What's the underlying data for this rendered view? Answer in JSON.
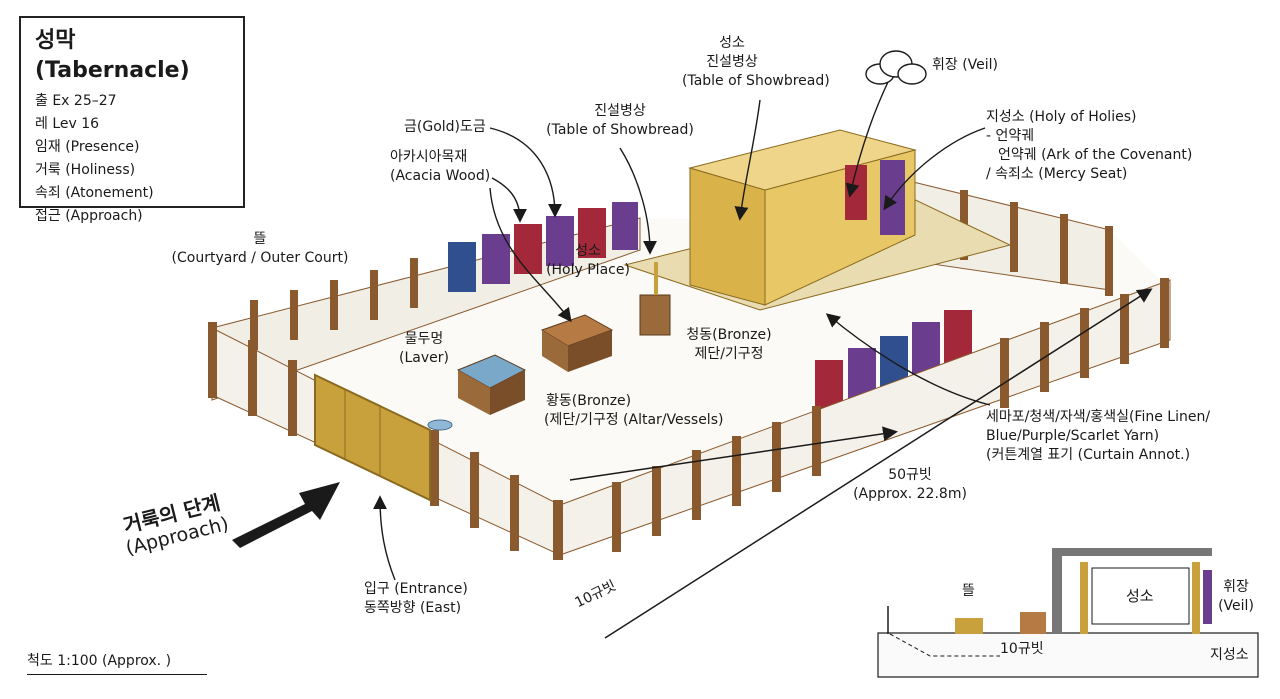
{
  "title": "성막 (Tabernacle)",
  "references": [
    "출 Ex 25–27",
    "레 Lev 16",
    "임재 (Presence)",
    "거룩 (Holiness)",
    "속죄 (Atonement)",
    "접근 (Approach)"
  ],
  "labels": {
    "sanctuary_top_line1": "성소",
    "sanctuary_top_line2": "진설병상",
    "sanctuary_top_line3": "(Table of Showbread)",
    "veil": "휘장 (Veil)",
    "holy_of_holies_line1": "지성소 (Holy of Holies)",
    "holy_of_holies_line2": "- 언약궤",
    "holy_of_holies_line3": "언약궤 (Ark of the Covenant)",
    "holy_of_holies_line4": "/ 속죄소 (Mercy Seat)",
    "gold_overlay": "금(Gold)도금",
    "acacia_line1": "아카시아목재",
    "acacia_line2": "(Acacia Wood)",
    "showbread_line1": "진설병상",
    "showbread_line2": "(Table of Showbread)",
    "courtyard_line1": "뜰",
    "courtyard_line2": "(Courtyard / Outer Court)",
    "holy_place_line1": "성소",
    "holy_place_line2": "(Holy Place)",
    "laver_line1": "물두멍",
    "laver_line2": "(Laver)",
    "bronze_right_line1": "청동(Bronze)",
    "bronze_right_line2": "제단/기구정",
    "bronze_left_line1": "황동(Bronze)",
    "bronze_left_line2": "(제단/기구정 (Altar/Vessels)",
    "linen_line1": "세마포/청색/자색/홍색실(Fine Linen/",
    "linen_line2": "Blue/Purple/Scarlet Yarn)",
    "linen_line3": "(커튼계열 표기 (Curtain Annot.)",
    "length_line1": "50규빗",
    "length_line2": "(Approx. 22.8m)",
    "approach_line1": "거룩의 단계",
    "approach_line2": "(Approach)",
    "entrance_line1": "입구 (Entrance)",
    "entrance_line2": "동쪽방향 (East)",
    "width": "10규빗",
    "scale": "척도 1:100 (Approx.      )",
    "inset_courtyard": "뜰",
    "inset_sanctuary": "성소",
    "inset_veil_line1": "휘장",
    "inset_veil_line2": "(Veil)",
    "inset_cubits": "10규빗",
    "inset_holy_of_holies": "지성소"
  },
  "colors": {
    "wood": "#8a5a2e",
    "gold": "#d9b24a",
    "linen": "#f4f1ea",
    "blue": "#2f4f8f",
    "purple": "#6b3d8f",
    "scarlet": "#a3283a",
    "ink": "#1a1a1a"
  }
}
